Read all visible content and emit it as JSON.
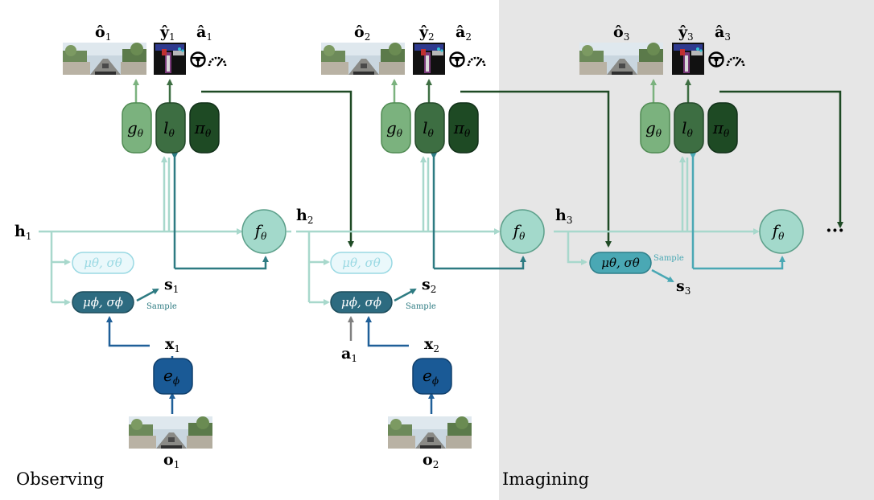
{
  "phases": {
    "observing": "Observing",
    "imagining": "Imagining"
  },
  "colors": {
    "imagining_bg": "#e6e6e6",
    "light_teal_line": "#a8d8cc",
    "dark_teal_line": "#2e7b82",
    "blue_line": "#1f5f98",
    "encoder_fill": "#1a5a96",
    "posterior_fill": "#2d6b80",
    "prior_fill": "#eaf8fb",
    "prior_stroke": "#9ad9e3",
    "prior_imagine_fill": "#4aa8b4",
    "f_fill": "#a3d9cb",
    "g_fill": "#7bb27e",
    "l_fill": "#3d6e42",
    "pi_fill": "#1e4a24",
    "grey_arrow": "#808080"
  },
  "labels": {
    "h1": "h",
    "h1_sub": "1",
    "h2": "h",
    "h2_sub": "2",
    "h3": "h",
    "h3_sub": "3",
    "s1": "s",
    "s1_sub": "1",
    "s2": "s",
    "s2_sub": "2",
    "s3": "s",
    "s3_sub": "3",
    "x1": "x",
    "x1_sub": "1",
    "x2": "x",
    "x2_sub": "2",
    "a1": "a",
    "a1_sub": "1",
    "o1": "o",
    "o1_sub": "1",
    "o2": "o",
    "o2_sub": "2",
    "ohat1": "ô",
    "ohat1_sub": "1",
    "yhat1": "ŷ",
    "yhat1_sub": "1",
    "ahat1": "â",
    "ahat1_sub": "1",
    "ohat2": "ô",
    "ohat2_sub": "2",
    "yhat2": "ŷ",
    "yhat2_sub": "2",
    "ahat2": "â",
    "ahat2_sub": "2",
    "ohat3": "ô",
    "ohat3_sub": "3",
    "yhat3": "ŷ",
    "yhat3_sub": "3",
    "ahat3": "â",
    "ahat3_sub": "3",
    "sample": "Sample",
    "ellipsis": "···"
  },
  "nodes": {
    "f": "f",
    "f_sub": "θ",
    "g": "g",
    "g_sub": "θ",
    "l": "l",
    "l_sub": "θ",
    "pi": "π",
    "pi_sub": "θ",
    "e": "e",
    "e_sub": "ϕ",
    "prior": "μθ, σθ",
    "posterior": "μϕ, σϕ"
  }
}
